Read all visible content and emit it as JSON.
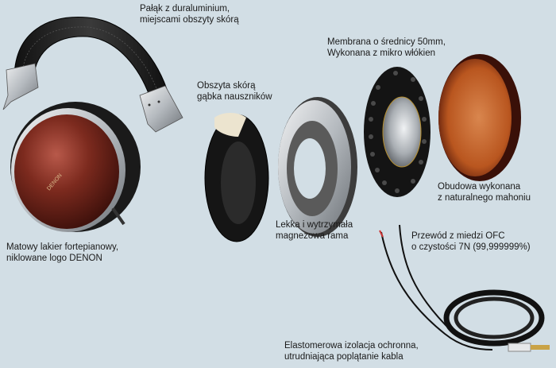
{
  "colors": {
    "background": "#d2dee5",
    "text": "#1a1a1a",
    "wood_cup": "#7a2a1a",
    "mahogany_housing": "#c0612c",
    "leather": "#1c1c1c",
    "aluminium": "#c8ccd0"
  },
  "product": {
    "logo_text": "DENON"
  },
  "labels": {
    "headband": {
      "line1": "Pałąk z duraluminium,",
      "line2": "miejscami obszyty skórą"
    },
    "earpad": {
      "line1": "Obszyta skórą",
      "line2": "gąbka nauszników"
    },
    "diaphragm": {
      "line1": "Membrana o średnicy 50mm,",
      "line2": "Wykonana z mikro włókien"
    },
    "housing": {
      "line1": "Obudowa wykonana",
      "line2": "z naturalnego mahoniu"
    },
    "frame": {
      "line1": "Lekka i wytrzymała",
      "line2": "magnezowa rama"
    },
    "cable_wire": {
      "line1": "Przewód z miedzi OFC",
      "line2": "o czystości 7N (99,999999%)"
    },
    "finish": {
      "line1": "Matowy lakier fortepianowy,",
      "line2": "niklowane logo DENON"
    },
    "cable_insulation": {
      "line1": "Elastomerowa izolacja ochronna,",
      "line2": "utrudniająca poplątanie kabla"
    }
  }
}
